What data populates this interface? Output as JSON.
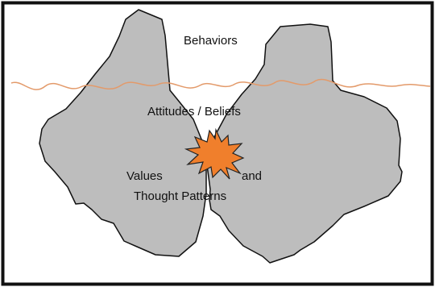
{
  "labels": {
    "behaviors": "Behaviors",
    "attitudes_beliefs": "Attitudes / Beliefs",
    "values": "Values",
    "and": "and",
    "thought_patterns": "Thought Patterns"
  },
  "colors": {
    "rock_fill": "#bdbdbd",
    "rock_stroke": "#111111",
    "waterline": "#e39a6a",
    "burst_fill": "#f07f2c",
    "burst_stroke": "#222222",
    "frame": "#111111",
    "background": "#ffffff"
  },
  "icons": {
    "collision": "explosion-burst-icon"
  }
}
